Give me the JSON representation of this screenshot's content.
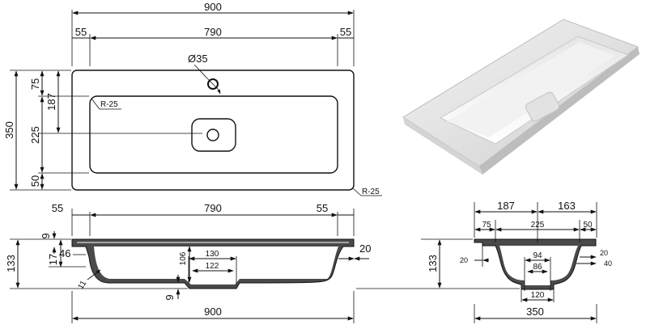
{
  "top_view": {
    "overall_width": "900",
    "edge_left": "55",
    "inner_width": "790",
    "edge_right": "55",
    "drain_diameter": "Ø35",
    "depth_total": "350",
    "back_edge": "75",
    "drain_offset": "187",
    "basin_depth": "225",
    "front_edge": "50",
    "inner_radius": "R-25",
    "outer_radius": "R-25"
  },
  "front_section": {
    "edge_left": "55",
    "inner_width": "790",
    "edge_right": "55",
    "overall_width": "900",
    "height": "133",
    "rim": "9",
    "rim_thickness": "17",
    "lip": "46",
    "wall": "11",
    "drain_step": "9",
    "basin_height": "106",
    "outlet_outer": "130",
    "outlet_inner": "122",
    "rim_right": "20"
  },
  "side_section": {
    "drain_back": "187",
    "drain_front": "163",
    "back_edge": "75",
    "basin": "225",
    "front_edge": "50",
    "height": "133",
    "wall_left": "20",
    "wall_right": "20",
    "lip_right": "40",
    "outlet_top": "94",
    "outlet_mid": "86",
    "outlet_base": "120",
    "overall_depth": "350"
  },
  "colors": {
    "line": "#111111",
    "section_fill": "#4a4a4a",
    "basin_white": "#ffffff"
  }
}
